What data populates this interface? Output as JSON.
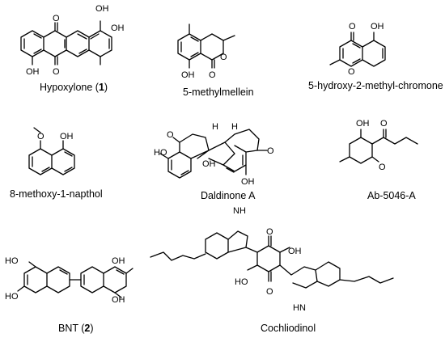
{
  "compounds": [
    {
      "key": "hypoxylone",
      "name": "Hypoxylone (",
      "number": "1",
      "suffix": ")"
    },
    {
      "key": "methylmellein",
      "name": "5-methylmellein"
    },
    {
      "key": "chromone",
      "name": "5-hydroxy-2-methyl-chromone"
    },
    {
      "key": "napthol",
      "name": "8-methoxy-1-napthol"
    },
    {
      "key": "daldinone",
      "name": "Daldinone A"
    },
    {
      "key": "ab5046",
      "name": "Ab-5046-A"
    },
    {
      "key": "bnt",
      "name": "BNT (",
      "number": "2",
      "suffix": ")"
    },
    {
      "key": "cochliodinol",
      "name": "Cochliodinol"
    }
  ],
  "atoms": {
    "OH": "OH",
    "HO": "HO",
    "O": "O",
    "H": "H",
    "NH": "NH",
    "HN": "HN"
  }
}
